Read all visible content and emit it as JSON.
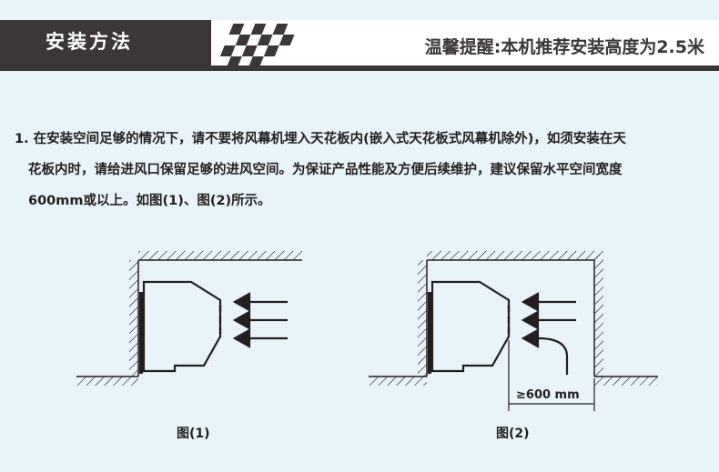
{
  "header": {
    "title": "安装方法",
    "tip": "温馨提醒:本机推荐安装高度为2.5米"
  },
  "instructions": {
    "line1": "1. 在安装空间足够的情况下，请不要将风幕机埋入天花板内(嵌入式天花板式风幕机除外)，如须安装在天",
    "line2": "花板内时，请给进风口保留足够的进风空间。为保证产品性能及方便后续维护，建议保留水平空间宽度",
    "line3": "600mm或以上。如图(1)、图(2)所示。"
  },
  "figures": [
    {
      "caption": "图(1)"
    },
    {
      "caption": "图(2)",
      "dimension_label": "≥600 mm"
    }
  ],
  "colors": {
    "header_dark": "#3b3738",
    "background": "#e8f4fa",
    "text": "#231f20"
  }
}
